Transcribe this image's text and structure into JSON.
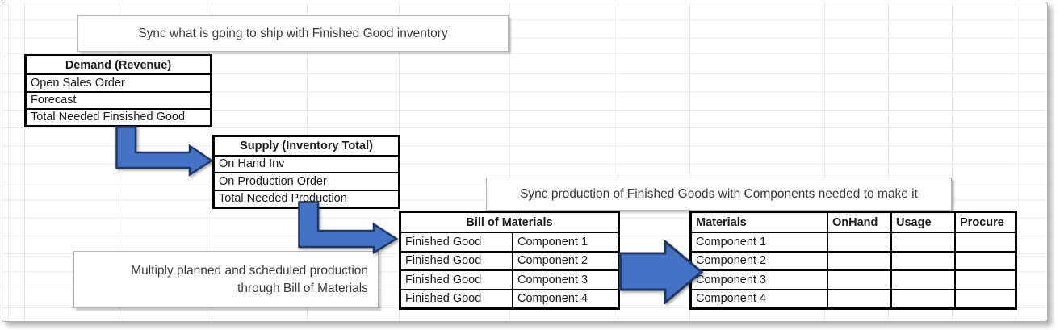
{
  "callouts": {
    "top": "Sync what is going to ship with Finished Good inventory",
    "middle": "Sync production of Finished Goods with Components needed to make it",
    "bottom_line1": "Multiply planned and scheduled production",
    "bottom_line2": "through Bill of Materials"
  },
  "tables": {
    "demand": {
      "title": "Demand (Revenue)",
      "rows": [
        "Open Sales Order",
        "Forecast",
        "Total Needed Finsished Good"
      ]
    },
    "supply": {
      "title": "Supply (Inventory Total)",
      "rows": [
        "On Hand Inv",
        "On Production Order",
        "Total Needed Production"
      ]
    },
    "bom": {
      "title": "Bill of Materials",
      "rows": [
        {
          "fg": "Finished Good",
          "comp": "Component 1"
        },
        {
          "fg": "Finished Good",
          "comp": "Component 2"
        },
        {
          "fg": "Finished Good",
          "comp": "Component 3"
        },
        {
          "fg": "Finished Good",
          "comp": "Component 4"
        }
      ]
    },
    "materials": {
      "headers": [
        "Materials",
        "OnHand",
        "Usage",
        "Procure"
      ],
      "rows": [
        {
          "name": "Component 1",
          "onhand": "",
          "usage": "",
          "procure": ""
        },
        {
          "name": "Component 2",
          "onhand": "",
          "usage": "",
          "procure": ""
        },
        {
          "name": "Component 3",
          "onhand": "",
          "usage": "",
          "procure": ""
        },
        {
          "name": "Component 4",
          "onhand": "",
          "usage": "",
          "procure": ""
        }
      ]
    }
  },
  "colors": {
    "arrow_fill": "#4472C4",
    "arrow_stroke": "#1F3864"
  }
}
